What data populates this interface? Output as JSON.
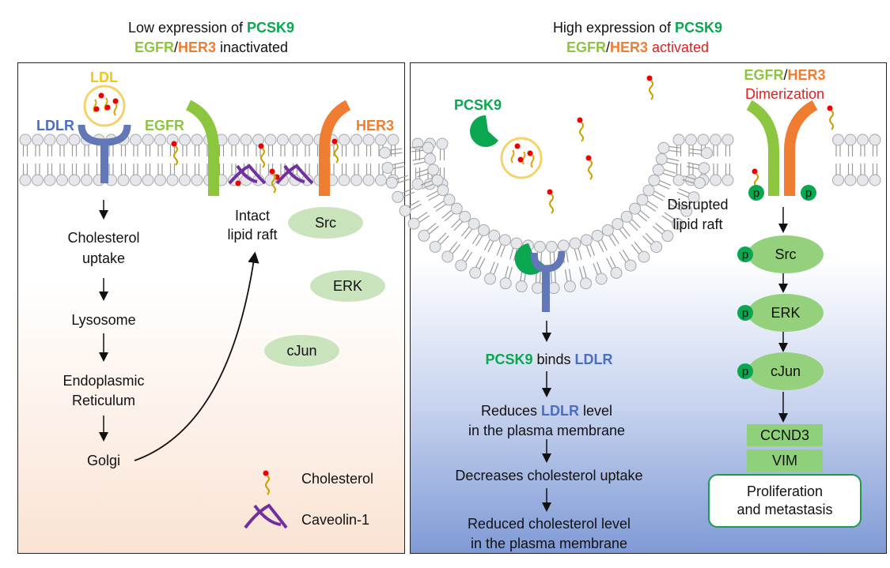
{
  "left": {
    "title_line1_pre": "Low expression of ",
    "title_line1_pcsk9": "PCSK9",
    "title_line2_egfr": "EGFR",
    "title_line2_slash": "/",
    "title_line2_her3": "HER3",
    "title_line2_post": " inactivated",
    "ldl_label": "LDL",
    "ldlr_label": "LDLR",
    "egfr_label": "EGFR",
    "her3_label": "HER3",
    "raft_label_1": "Intact",
    "raft_label_2": "lipid raft",
    "flow": [
      "Cholesterol",
      "uptake",
      "Lysosome",
      "Endoplasmic",
      "Reticulum",
      "Golgi"
    ],
    "proteins": [
      "Src",
      "ERK",
      "cJun"
    ],
    "legend_cholesterol": "Cholesterol",
    "legend_caveolin": "Caveolin-1"
  },
  "right": {
    "title_line1_pre": "High expression of ",
    "title_line1_pcsk9": "PCSK9",
    "title_line2_egfr": "EGFR",
    "title_line2_slash": "/",
    "title_line2_her3": "HER3",
    "title_line2_post": " activated",
    "pcsk9_label": "PCSK9",
    "egfr_label": "EGFR",
    "slash": "/",
    "her3_label": "HER3",
    "dimer_label": "Dimerization",
    "raft_label_1": "Disrupted",
    "raft_label_2": "lipid raft",
    "binds_pcsk9": "PCSK9",
    "binds_mid": " binds ",
    "binds_ldlr": "LDLR",
    "reduces_pre": "Reduces ",
    "reduces_ldlr": "LDLR",
    "reduces_post": " level",
    "reduces_line2": "in the plasma membrane",
    "decreases": "Decreases cholesterol uptake",
    "reduced_1": "Reduced cholesterol level",
    "reduced_2": "in the plasma membrane",
    "phospho": "p",
    "proteins": [
      "Src",
      "ERK",
      "cJun"
    ],
    "genes": [
      "CCND3",
      "VIM"
    ],
    "outcome_1": "Proliferation",
    "outcome_2": "and metastasis"
  },
  "colors": {
    "pcsk9_green": "#0aa650",
    "egfr_lightgreen": "#8cc63f",
    "her3_orange": "#ee7d31",
    "ldlr_blue": "#4a6fbf",
    "ldl_yellow": "#f5c518",
    "caveolin_purple": "#7030a0",
    "activated_red": "#e02020"
  }
}
